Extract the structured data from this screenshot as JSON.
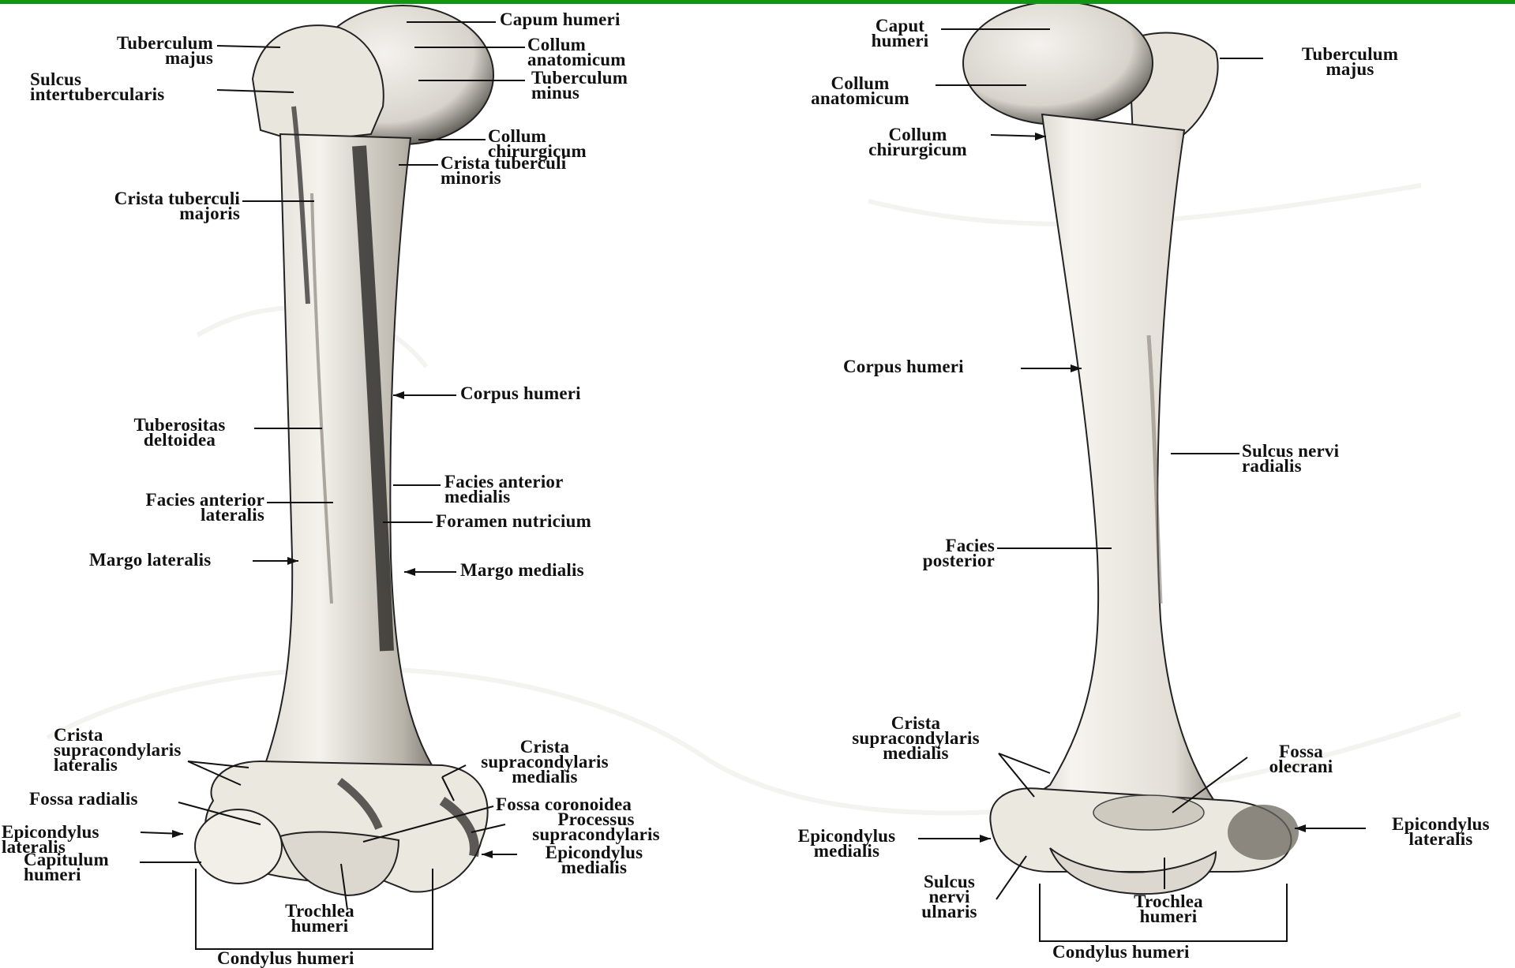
{
  "colors": {
    "frame": "#119611",
    "bone": "#f1eee6",
    "bone_shadow": "#6f6b63",
    "ink": "#111111"
  },
  "anterior": {
    "capum_humeri": "Capum humeri",
    "tuberculum_majus": "Tuberculum\nmajus",
    "collum_anatomicum": "Collum\nanatomicum",
    "sulcus_intertubercularis": "Sulcus\nintertubercularis",
    "tuberculum_minus": "Tuberculum\nminus",
    "collum_chirurgicum": "Collum\nchirurgicum",
    "crista_tuberculi_minoris": "Crista tuberculi\nminoris",
    "crista_tuberculi_majoris": "Crista tuberculi\nmajoris",
    "corpus_humeri": "Corpus humeri",
    "tuberositas_deltoidea": "Tuberositas\ndeltoidea",
    "facies_anterior_medialis": "Facies anterior\nmedialis",
    "facies_anterior_lateralis": "Facies anterior\nlateralis",
    "foramen_nutricium": "Foramen nutricium",
    "margo_lateralis": "Margo lateralis",
    "margo_medialis": "Margo medialis",
    "crista_supracondylaris_lateralis": "Crista\nsupracondylaris\nlateralis",
    "crista_supracondylaris_medialis": "Crista\nsupracondylaris\nmedialis",
    "fossa_radialis": "Fossa radialis",
    "fossa_coronoidea": "Fossa coronoidea",
    "epicondylus_lateralis": "Epicondylus\nlateralis",
    "processus_supracondylaris": "Processus\nsupracondylaris",
    "capitulum_humeri": "Capitulum\nhumeri",
    "epicondylus_medialis": "Epicondylus\nmedialis",
    "trochlea_humeri": "Trochlea\nhumeri",
    "condylus_humeri": "Condylus humeri"
  },
  "posterior": {
    "caput_humeri": "Caput\nhumeri",
    "tuberculum_majus": "Tuberculum\nmajus",
    "collum_anatomicum": "Collum\nanatomicum",
    "collum_chirurgicum": "Collum\nchirurgicum",
    "corpus_humeri": "Corpus humeri",
    "sulcus_nervi_radialis": "Sulcus nervi\nradialis",
    "facies_posterior": "Facies\nposterior",
    "crista_supracondylaris_medialis": "Crista\nsupracondylaris\nmedialis",
    "fossa_olecrani": "Fossa\nolecrani",
    "epicondylus_medialis": "Epicondylus\nmedialis",
    "epicondylus_lateralis": "Epicondylus\nlateralis",
    "sulcus_nervi_ulnaris": "Sulcus\nnervi\nulnaris",
    "trochlea_humeri": "Trochlea\nhumeri",
    "condylus_humeri": "Condylus  humeri"
  }
}
